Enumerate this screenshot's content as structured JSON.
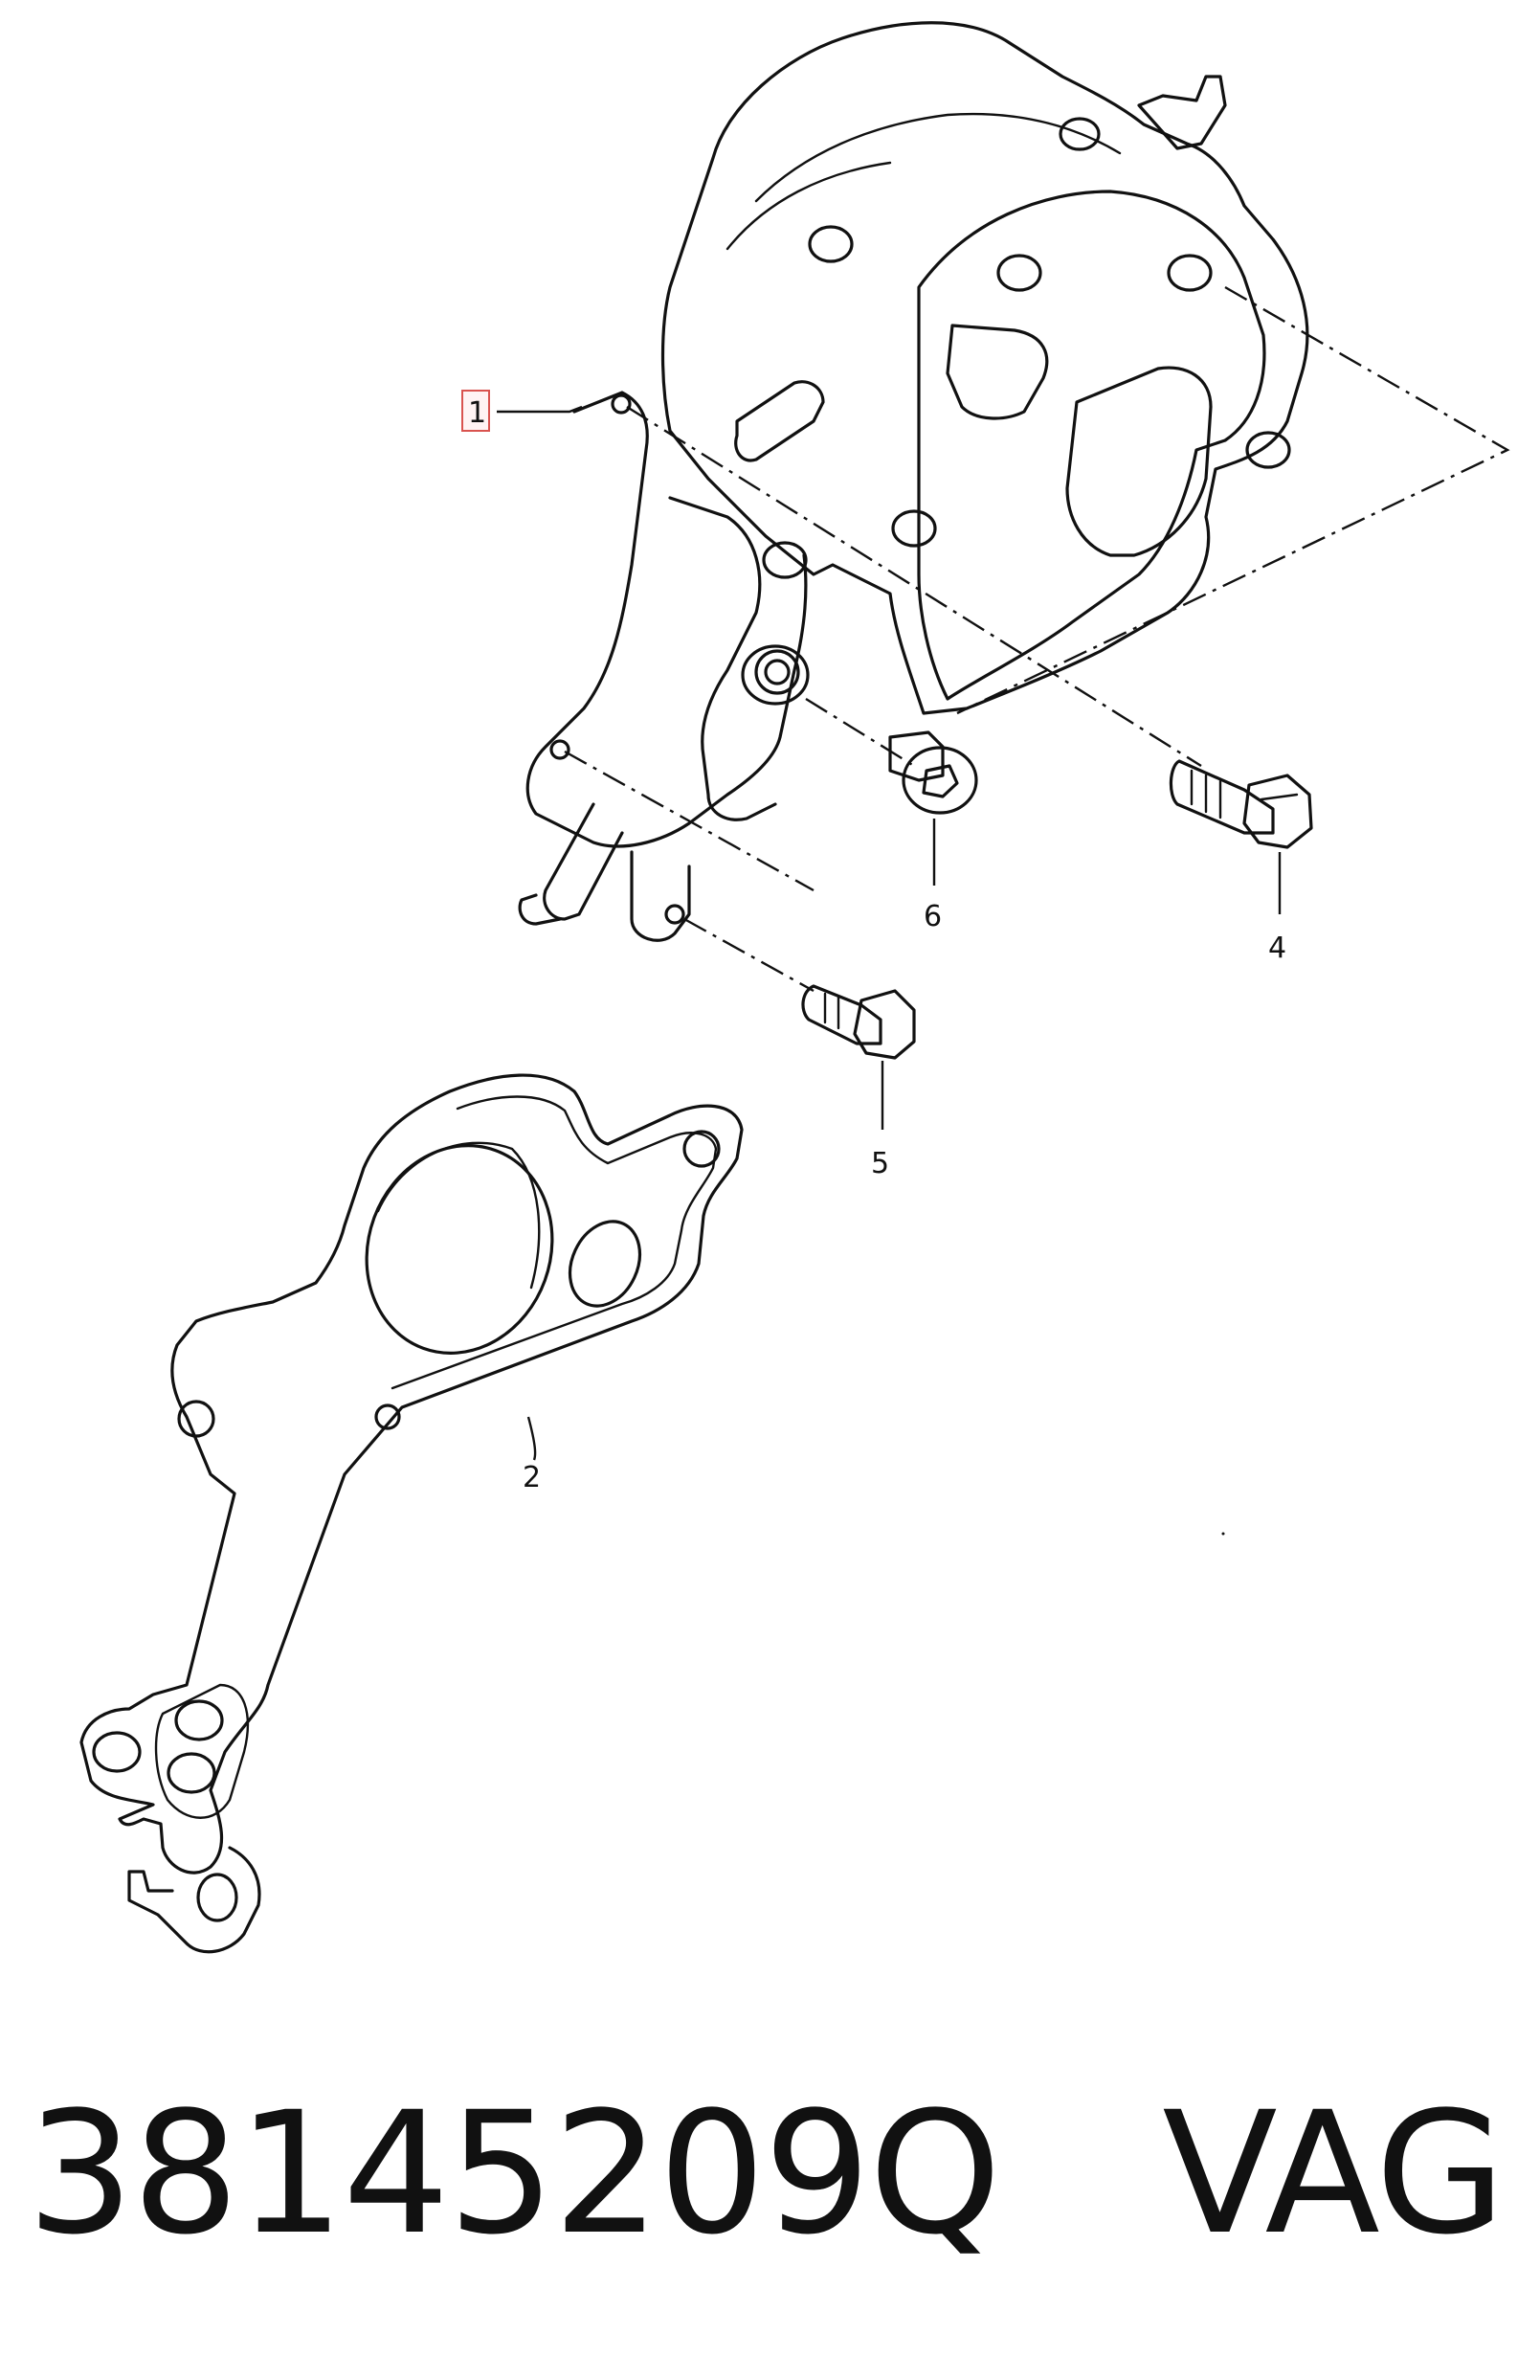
{
  "diagram": {
    "callouts": [
      {
        "id": "1",
        "label": "1"
      },
      {
        "id": "2",
        "label": "2"
      },
      {
        "id": "4",
        "label": "4"
      },
      {
        "id": "5",
        "label": "5"
      },
      {
        "id": "6",
        "label": "6"
      }
    ]
  },
  "caption": {
    "part_number": "38145209Q",
    "brand": "VAG"
  },
  "colors": {
    "line": "#111111",
    "highlight_box": "#d9534f"
  }
}
